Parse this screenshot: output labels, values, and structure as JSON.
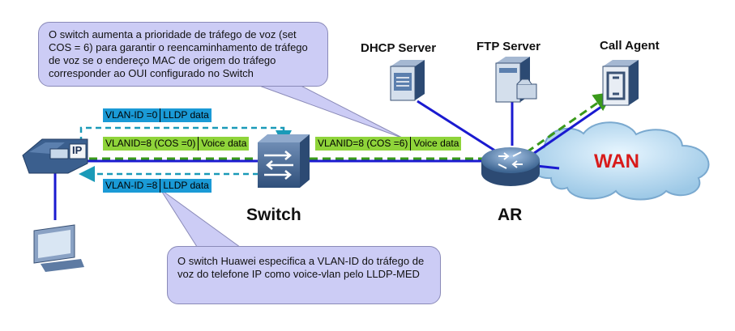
{
  "callouts": {
    "top": "O switch aumenta a prioridade de tráfego de voz (set COS = 6) para garantir o reencaminhamento de tráfego de voz se o endereço MAC de origem do tráfego corresponder ao OUI configurado no Switch",
    "bottom": "O switch Huawei especifica a VLAN-ID do tráfego de voz do telefone IP como voice-vlan pelo LLDP-MED"
  },
  "tags": {
    "lldp_out": {
      "vlan": "VLAN-ID =0",
      "payload": "LLDP data"
    },
    "voice_in": {
      "vlan": "VLANID=8 (COS =0)",
      "payload": "Voice data"
    },
    "voice_out": {
      "vlan": "VLANID=8 (COS =6)",
      "payload": "Voice data"
    },
    "lldp_in": {
      "vlan": "VLAN-ID =8",
      "payload": "LLDP data"
    }
  },
  "labels": {
    "switch": "Switch",
    "ar": "AR",
    "dhcp": "DHCP Server",
    "ftp": "FTP Server",
    "call_agent": "Call Agent",
    "wan": "WAN",
    "phone_badge": "IP"
  },
  "colors": {
    "link": "#1a1ad0",
    "voice_path": "#3a9a1a",
    "lldp_path": "#1a9ab8",
    "wan_text": "#d81b1b"
  }
}
